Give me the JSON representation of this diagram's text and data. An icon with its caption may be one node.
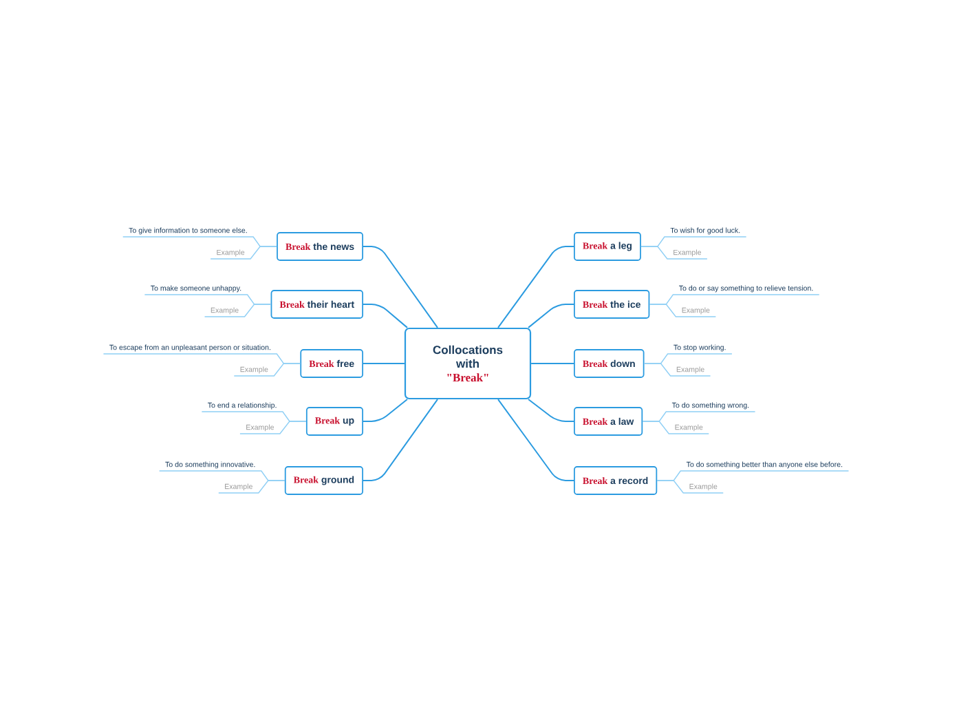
{
  "diagram": {
    "nodes": [
      {
        "text": [
          "Collocations with",
          "\"Break\""
        ]
      },
      {
        "text": [
          "Break",
          "the news"
        ]
      },
      {
        "text": [
          "To give information to someone else."
        ]
      },
      {
        "text": [
          "Example"
        ]
      },
      {
        "text": [
          "Break",
          "their heart"
        ]
      },
      {
        "text": [
          "To make someone unhappy."
        ]
      },
      {
        "text": [
          "Example"
        ]
      },
      {
        "text": [
          "Break",
          "free"
        ]
      },
      {
        "text": [
          "To escape from an unpleasant person or situation."
        ]
      },
      {
        "text": [
          "Example"
        ]
      },
      {
        "text": [
          "Break",
          "up"
        ]
      },
      {
        "text": [
          "To end a relationship."
        ]
      },
      {
        "text": [
          "Example"
        ]
      },
      {
        "text": [
          "Break",
          "ground"
        ]
      },
      {
        "text": [
          "To do something innovative."
        ]
      },
      {
        "text": [
          "Example"
        ]
      },
      {
        "text": [
          "Break",
          "a leg"
        ]
      },
      {
        "text": [
          "To wish for good luck."
        ]
      },
      {
        "text": [
          "Example"
        ]
      },
      {
        "text": [
          "Break",
          "the ice"
        ]
      },
      {
        "text": [
          "To do or say something to relieve tension."
        ]
      },
      {
        "text": [
          "Example"
        ]
      },
      {
        "text": [
          "Break",
          "down"
        ]
      },
      {
        "text": [
          "To stop working."
        ]
      },
      {
        "text": [
          "Example"
        ]
      },
      {
        "text": [
          "Break",
          "a law"
        ]
      },
      {
        "text": [
          "To do something wrong."
        ]
      },
      {
        "text": [
          "Example"
        ]
      },
      {
        "text": [
          "Break",
          "a record"
        ]
      },
      {
        "text": [
          "To do something better than anyone else before."
        ]
      },
      {
        "text": [
          "Example"
        ]
      }
    ],
    "edges": [
      {
        "from": 0,
        "to": 1,
        "arrow": "none",
        "color": "#2b9be0"
      },
      {
        "from": 1,
        "to": 2,
        "arrow": "none"
      },
      {
        "from": 1,
        "to": 3,
        "arrow": "none"
      },
      {
        "from": 0,
        "to": 4,
        "arrow": "none",
        "color": "#2b9be0"
      },
      {
        "from": 4,
        "to": 5,
        "arrow": "none"
      },
      {
        "from": 4,
        "to": 6,
        "arrow": "none"
      },
      {
        "from": 0,
        "to": 7,
        "arrow": "none",
        "color": "#2b9be0"
      },
      {
        "from": 7,
        "to": 8,
        "arrow": "none"
      },
      {
        "from": 7,
        "to": 9,
        "arrow": "none"
      },
      {
        "from": 0,
        "to": 10,
        "arrow": "none",
        "color": "#2b9be0"
      },
      {
        "from": 10,
        "to": 11,
        "arrow": "none"
      },
      {
        "from": 10,
        "to": 12,
        "arrow": "none"
      },
      {
        "from": 0,
        "to": 13,
        "arrow": "none",
        "color": "#2b9be0"
      },
      {
        "from": 13,
        "to": 14,
        "arrow": "none"
      },
      {
        "from": 13,
        "to": 15,
        "arrow": "none"
      },
      {
        "from": 0,
        "to": 16,
        "arrow": "none",
        "color": "#2b9be0"
      },
      {
        "from": 16,
        "to": 17,
        "arrow": "none"
      },
      {
        "from": 16,
        "to": 18,
        "arrow": "none"
      },
      {
        "from": 0,
        "to": 19,
        "arrow": "none",
        "color": "#2b9be0"
      },
      {
        "from": 19,
        "to": 20,
        "arrow": "none"
      },
      {
        "from": 19,
        "to": 21,
        "arrow": "none"
      },
      {
        "from": 0,
        "to": 22,
        "arrow": "none",
        "color": "#2b9be0"
      },
      {
        "from": 22,
        "to": 23,
        "arrow": "none"
      },
      {
        "from": 22,
        "to": 24,
        "arrow": "none"
      },
      {
        "from": 0,
        "to": 25,
        "arrow": "none",
        "color": "#2b9be0"
      },
      {
        "from": 25,
        "to": 26,
        "arrow": "none"
      },
      {
        "from": 25,
        "to": 27,
        "arrow": "none"
      },
      {
        "from": 0,
        "to": 28,
        "arrow": "none",
        "color": "#2b9be0"
      },
      {
        "from": 28,
        "to": 29,
        "arrow": "none"
      },
      {
        "from": 28,
        "to": 30,
        "arrow": "none"
      }
    ]
  }
}
